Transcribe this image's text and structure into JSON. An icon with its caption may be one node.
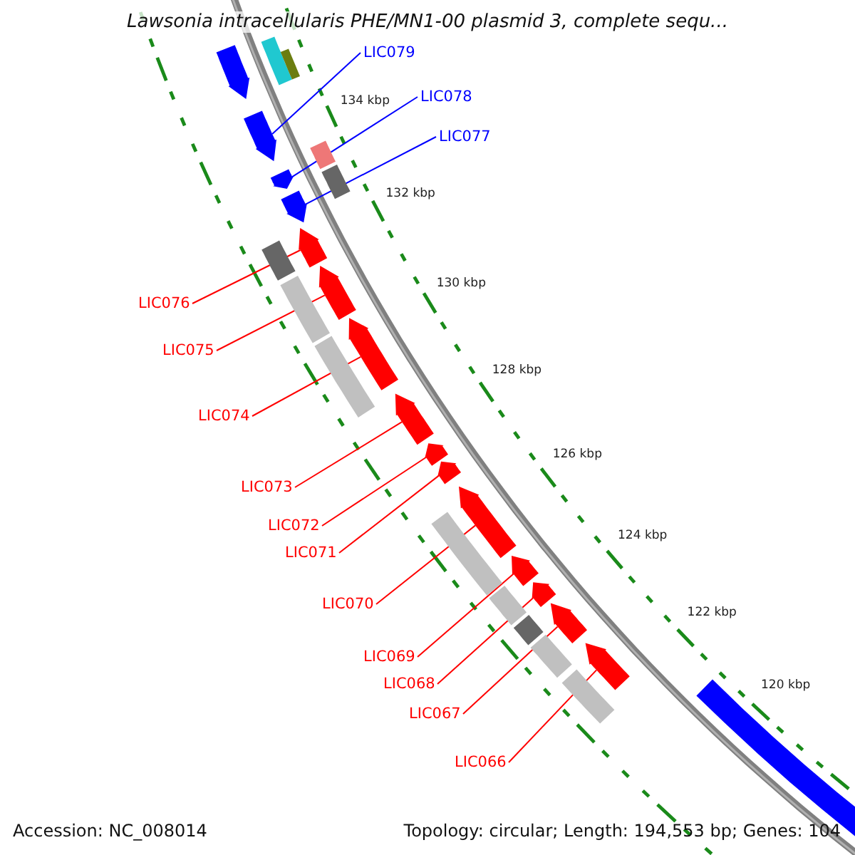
{
  "diagram": {
    "title": "Lawsonia intracellularis PHE/MN1-00 plasmid 3, complete sequ...",
    "nodes": [
      {
        "text": [
          "LIC079"
        ]
      },
      {
        "text": [
          "LIC078"
        ]
      },
      {
        "text": [
          "LIC077"
        ]
      },
      {
        "text": [
          "LIC076"
        ]
      },
      {
        "text": [
          "LIC075"
        ]
      },
      {
        "text": [
          "LIC074"
        ]
      },
      {
        "text": [
          "LIC073"
        ]
      },
      {
        "text": [
          "LIC072"
        ]
      },
      {
        "text": [
          "LIC071"
        ]
      },
      {
        "text": [
          "LIC070"
        ]
      },
      {
        "text": [
          "LIC069"
        ]
      },
      {
        "text": [
          "LIC068"
        ]
      },
      {
        "text": [
          "LIC067"
        ]
      },
      {
        "text": [
          "LIC066"
        ]
      },
      {
        "text": [],
        "shape": "arrow"
      },
      {
        "text": [],
        "shape": "box"
      },
      {
        "text": [],
        "shape": "box"
      },
      {
        "text": [],
        "shape": "arrow"
      },
      {
        "text": [],
        "shape": "box"
      },
      {
        "text": [],
        "shape": "arrow"
      },
      {
        "text": [],
        "shape": "box"
      },
      {
        "text": [],
        "shape": "arrow"
      },
      {
        "text": [],
        "shape": "arrow"
      },
      {
        "text": [],
        "shape": "box"
      },
      {
        "text": [],
        "shape": "arrow"
      },
      {
        "text": [],
        "shape": "box"
      },
      {
        "text": [],
        "shape": "arrow"
      },
      {
        "text": [],
        "shape": "box"
      },
      {
        "text": [],
        "shape": "arrow"
      },
      {
        "text": [],
        "shape": "arrow"
      },
      {
        "text": [],
        "shape": "arrow"
      },
      {
        "text": [],
        "shape": "arrow"
      },
      {
        "text": [],
        "shape": "box"
      },
      {
        "text": [],
        "shape": "arrow"
      },
      {
        "text": [],
        "shape": "box"
      },
      {
        "text": [],
        "shape": "arrow"
      },
      {
        "text": [],
        "shape": "box"
      },
      {
        "text": [],
        "shape": "arrow"
      },
      {
        "text": [],
        "shape": "box"
      },
      {
        "text": [],
        "shape": "arrow"
      },
      {
        "text": [],
        "shape": "box"
      },
      {
        "text": [],
        "shape": "arrow"
      }
    ],
    "edges": [
      {
        "from": 0,
        "to": 17,
        "arrow": "none",
        "color": "#0000ff"
      },
      {
        "from": 1,
        "to": 19,
        "arrow": "none",
        "color": "#0000ff"
      },
      {
        "from": 2,
        "to": 21,
        "arrow": "none",
        "color": "#0000ff"
      },
      {
        "from": 3,
        "to": 22,
        "arrow": "none"
      },
      {
        "from": 4,
        "to": 24,
        "arrow": "none"
      },
      {
        "from": 5,
        "to": 26,
        "arrow": "none"
      },
      {
        "from": 6,
        "to": 28,
        "arrow": "none"
      },
      {
        "from": 7,
        "to": 29,
        "arrow": "none"
      },
      {
        "from": 8,
        "to": 30,
        "arrow": "none"
      },
      {
        "from": 9,
        "to": 31,
        "arrow": "none"
      },
      {
        "from": 10,
        "to": 33,
        "arrow": "none"
      },
      {
        "from": 11,
        "to": 35,
        "arrow": "none"
      },
      {
        "from": 12,
        "to": 37,
        "arrow": "none"
      },
      {
        "from": 13,
        "to": 39,
        "arrow": "none"
      }
    ],
    "labels": [
      "134 kbp",
      "132 kbp",
      "130 kbp",
      "128 kbp",
      "126 kbp",
      "124 kbp",
      "122 kbp",
      "120 kbp",
      "Accession: NC_008014",
      "Topology: circular; Length: 194,553 bp; Genes: 104"
    ]
  }
}
